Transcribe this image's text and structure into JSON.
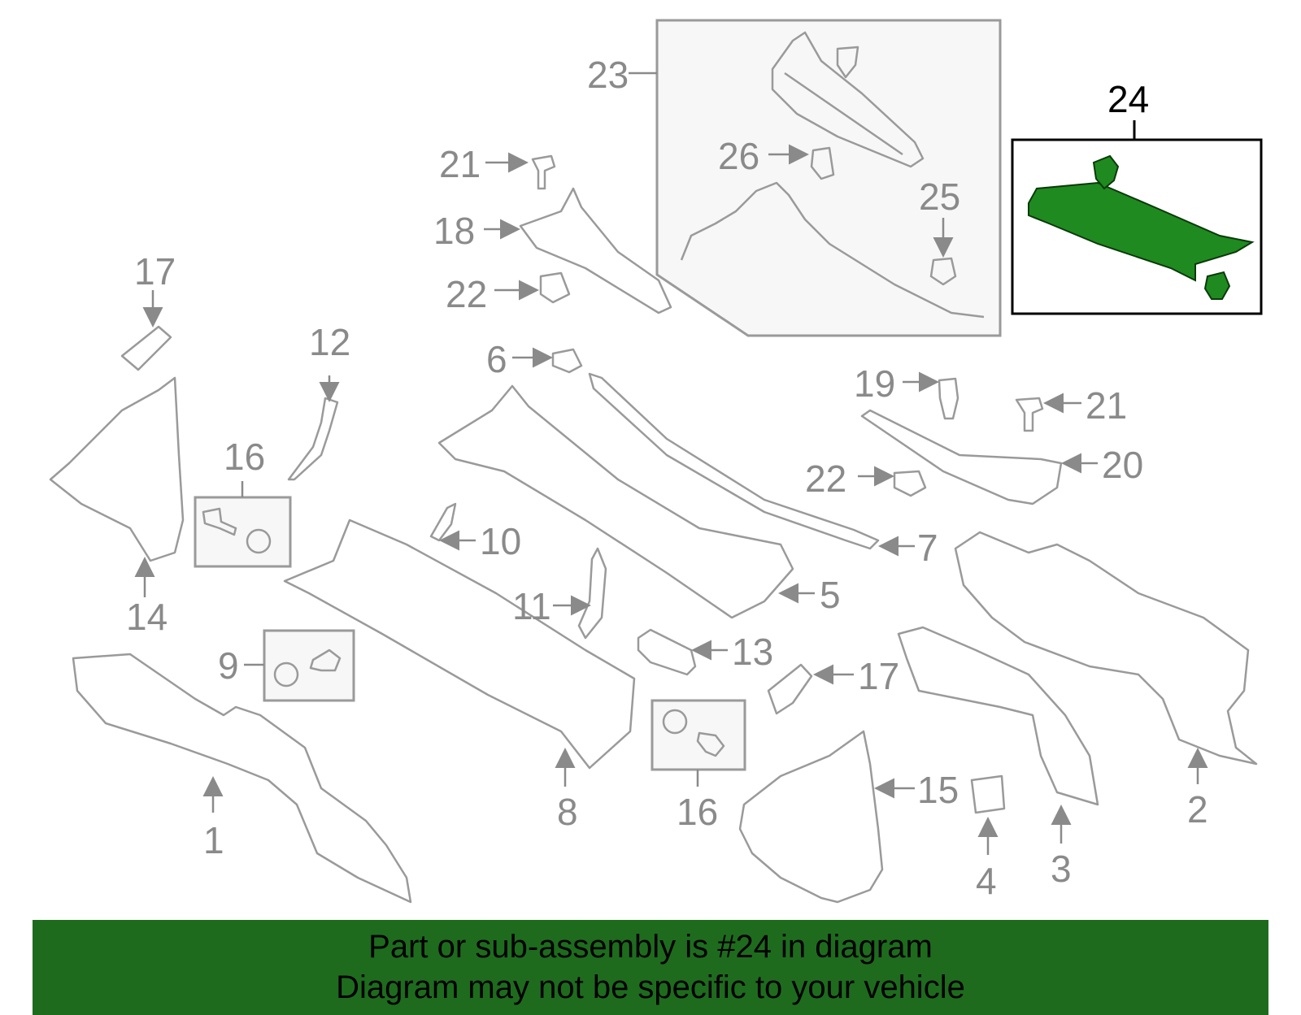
{
  "callouts": [
    "1",
    "2",
    "3",
    "4",
    "5",
    "6",
    "7",
    "8",
    "9",
    "10",
    "11",
    "12",
    "13",
    "14",
    "15",
    "16",
    "16",
    "17",
    "17",
    "18",
    "19",
    "20",
    "21",
    "21",
    "22",
    "22",
    "23",
    "24",
    "25",
    "26"
  ],
  "highlighted_part": "24",
  "colors": {
    "highlight": "#1f8a1f",
    "banner": "#1e6b1e",
    "line": "#9a9a9a"
  },
  "banner": {
    "line1": "Part or sub-assembly is #24 in diagram",
    "line2": "Diagram may not be specific to your vehicle"
  }
}
